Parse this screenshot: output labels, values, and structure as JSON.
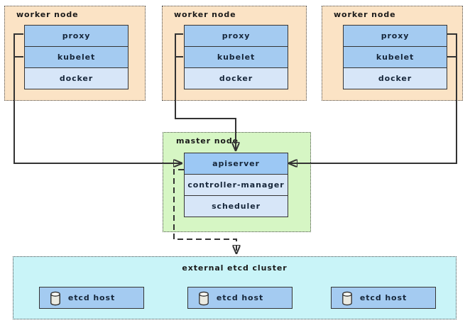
{
  "colors": {
    "worker_node_bg": "#fbe3c5",
    "master_node_bg": "#d6f6c4",
    "etcd_cluster_bg": "#c9f4f8",
    "component_primary_bg": "#a4cbf1",
    "component_secondary_bg": "#d7e6f8",
    "apiserver_bg": "#9cc8f4",
    "connector_color": "#333333"
  },
  "worker_nodes": [
    {
      "title": "worker node",
      "components": [
        "proxy",
        "kubelet",
        "docker"
      ]
    },
    {
      "title": "worker node",
      "components": [
        "proxy",
        "kubelet",
        "docker"
      ]
    },
    {
      "title": "worker node",
      "components": [
        "proxy",
        "kubelet",
        "docker"
      ]
    }
  ],
  "master_node": {
    "title": "master node",
    "components": [
      "apiserver",
      "controller-manager",
      "scheduler"
    ]
  },
  "etcd_cluster": {
    "title": "external etcd cluster",
    "hosts": [
      "etcd host",
      "etcd host",
      "etcd host"
    ]
  }
}
